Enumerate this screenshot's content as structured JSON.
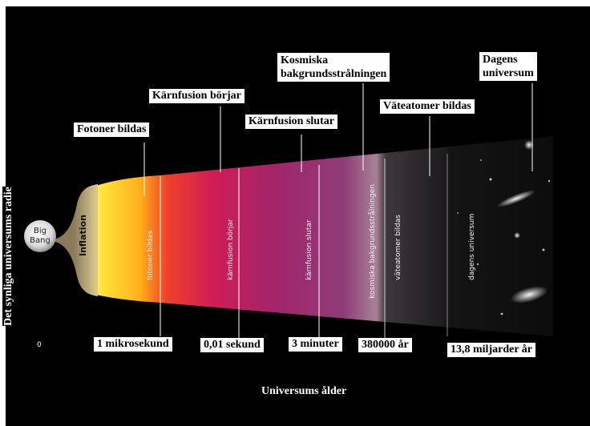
{
  "colors": {
    "background": "#000000",
    "gradient": [
      "#fff3a0",
      "#ffd21e",
      "#e9242c",
      "#c21a58",
      "#8b2968",
      "#a07a92",
      "#3a3438",
      "#101010"
    ]
  },
  "big_bang": {
    "text_1": "Big",
    "text_2": "Bang"
  },
  "inflation": "Inflation",
  "axis": {
    "y_label": "Det synliga universums radie",
    "x_label": "Universums ålder",
    "origin": "0"
  },
  "top_labels": {
    "fotoner": "Fotoner bildas",
    "karnfusion_borjar": "Kärnfusion börjar",
    "karnfusion_slutar": "Kärnfusion slutar",
    "kosmiska_1": "Kosmiska",
    "kosmiska_2": "bakgrundsstrålningen",
    "vateatomer": "Väteatomer bildas",
    "dagens_1": "Dagens",
    "dagens_2": "universum"
  },
  "in_band_labels": {
    "fotoner": "fotoner bildas",
    "karnfusion_borjar": "kärnfusion börjar",
    "karnfusion_slutar": "kärnfusion slutar",
    "kosmiska": "kosmiska bakgrundsstrålningen",
    "vateatomer": "väteatomer bildas",
    "dagens": "dagens universum"
  },
  "time_labels": {
    "mikrosekund": "1 mikrosekund",
    "sekund": "0,01 sekund",
    "minuter": "3 minuter",
    "ar": "380000 år",
    "miljarder": "13,8 miljarder år"
  }
}
